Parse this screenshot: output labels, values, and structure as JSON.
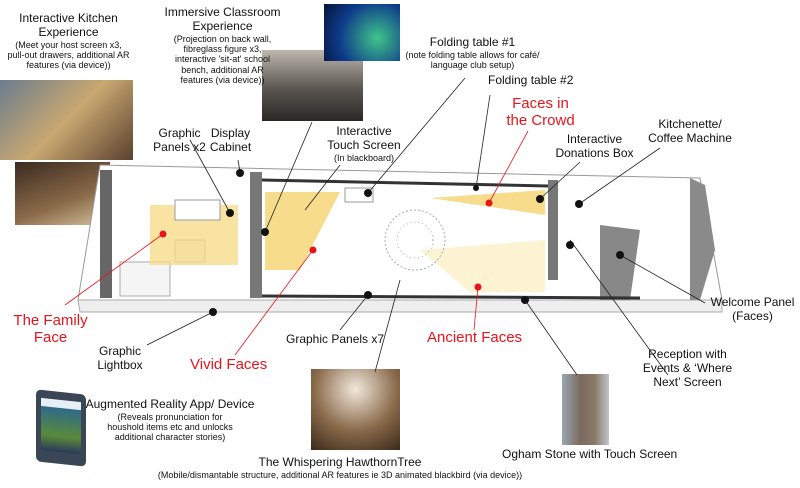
{
  "labels": {
    "kitchen_title": "Interactive Kitchen Experience",
    "kitchen_note": "(Meet your host screen x3, pull-out drawers, additional AR features (via device))",
    "classroom_title": "Immersive Classroom Experience",
    "classroom_note": "(Projection on back wall, fibreglass figure x3, interactive 'sit-at' school bench, additional AR features (via device))",
    "folding1": "Folding table #1",
    "folding1_note": "(note folding table allows for café/ language club setup)",
    "folding2": "Folding table #2",
    "faces_crowd": "Faces in the Crowd",
    "donations": "Interactive Donations Box",
    "kitchenette": "Kitchenette/ Coffee Machine",
    "graphic_panels2": "Graphic Panels x2",
    "display_cabinet": "Display Cabinet",
    "touch_screen": "Interactive Touch Screen",
    "touch_note": "(In blackboard)",
    "family_face": "The Family Face",
    "lightbox": "Graphic Lightbox",
    "vivid": "Vivid Faces",
    "panels7": "Graphic Panels x7",
    "ancient": "Ancient Faces",
    "welcome": "Welcome Panel (Faces)",
    "reception": "Reception with Events & ‘Where Next’ Screen",
    "ar_title": "Augmented Reality App/ Device",
    "ar_note": "(Reveals pronunciation for houshold items etc and unlocks additional character stories)",
    "tree_title": "The Whispering HawthornTree",
    "tree_note": "(Mobile/dismantable structure, additional AR features ie 3D animated blackbird (via device))",
    "ogham": "Ogham Stone with Touch Screen"
  },
  "colors": {
    "accent": "#e8141c",
    "zone": "#f7dc8c",
    "zone_pale": "#fbf3d2"
  }
}
